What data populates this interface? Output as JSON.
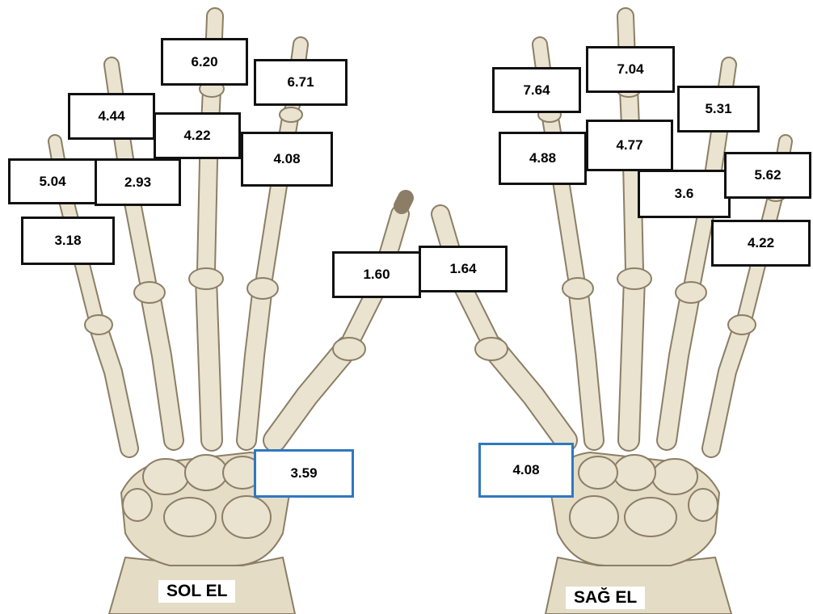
{
  "labels": {
    "left_hand": "SOL EL",
    "right_hand": "SAĞ EL"
  },
  "left_hand": {
    "pinky_distal": "5.04",
    "pinky_middle": "3.18",
    "ring_distal": "4.44",
    "ring_middle": "2.93",
    "middle_distal": "6.20",
    "middle_middle": "4.22",
    "index_distal": "6.71",
    "index_middle": "4.08",
    "thumb_distal": "1.60",
    "wrist": "3.59"
  },
  "right_hand": {
    "thumb_distal": "1.64",
    "index_distal": "7.64",
    "index_middle": "4.88",
    "middle_distal": "7.04",
    "middle_middle": "4.77",
    "ring_distal": "5.31",
    "ring_middle": "3.6",
    "pinky_distal": "5.62",
    "pinky_middle": "4.22",
    "wrist": "4.08"
  },
  "colors": {
    "bone": "#e9e3cf",
    "bone_outline": "#8c7e66",
    "bone_shadow": "#c9b99a",
    "box_border": "#111111",
    "wrist_box_border": "#2f78c0"
  }
}
